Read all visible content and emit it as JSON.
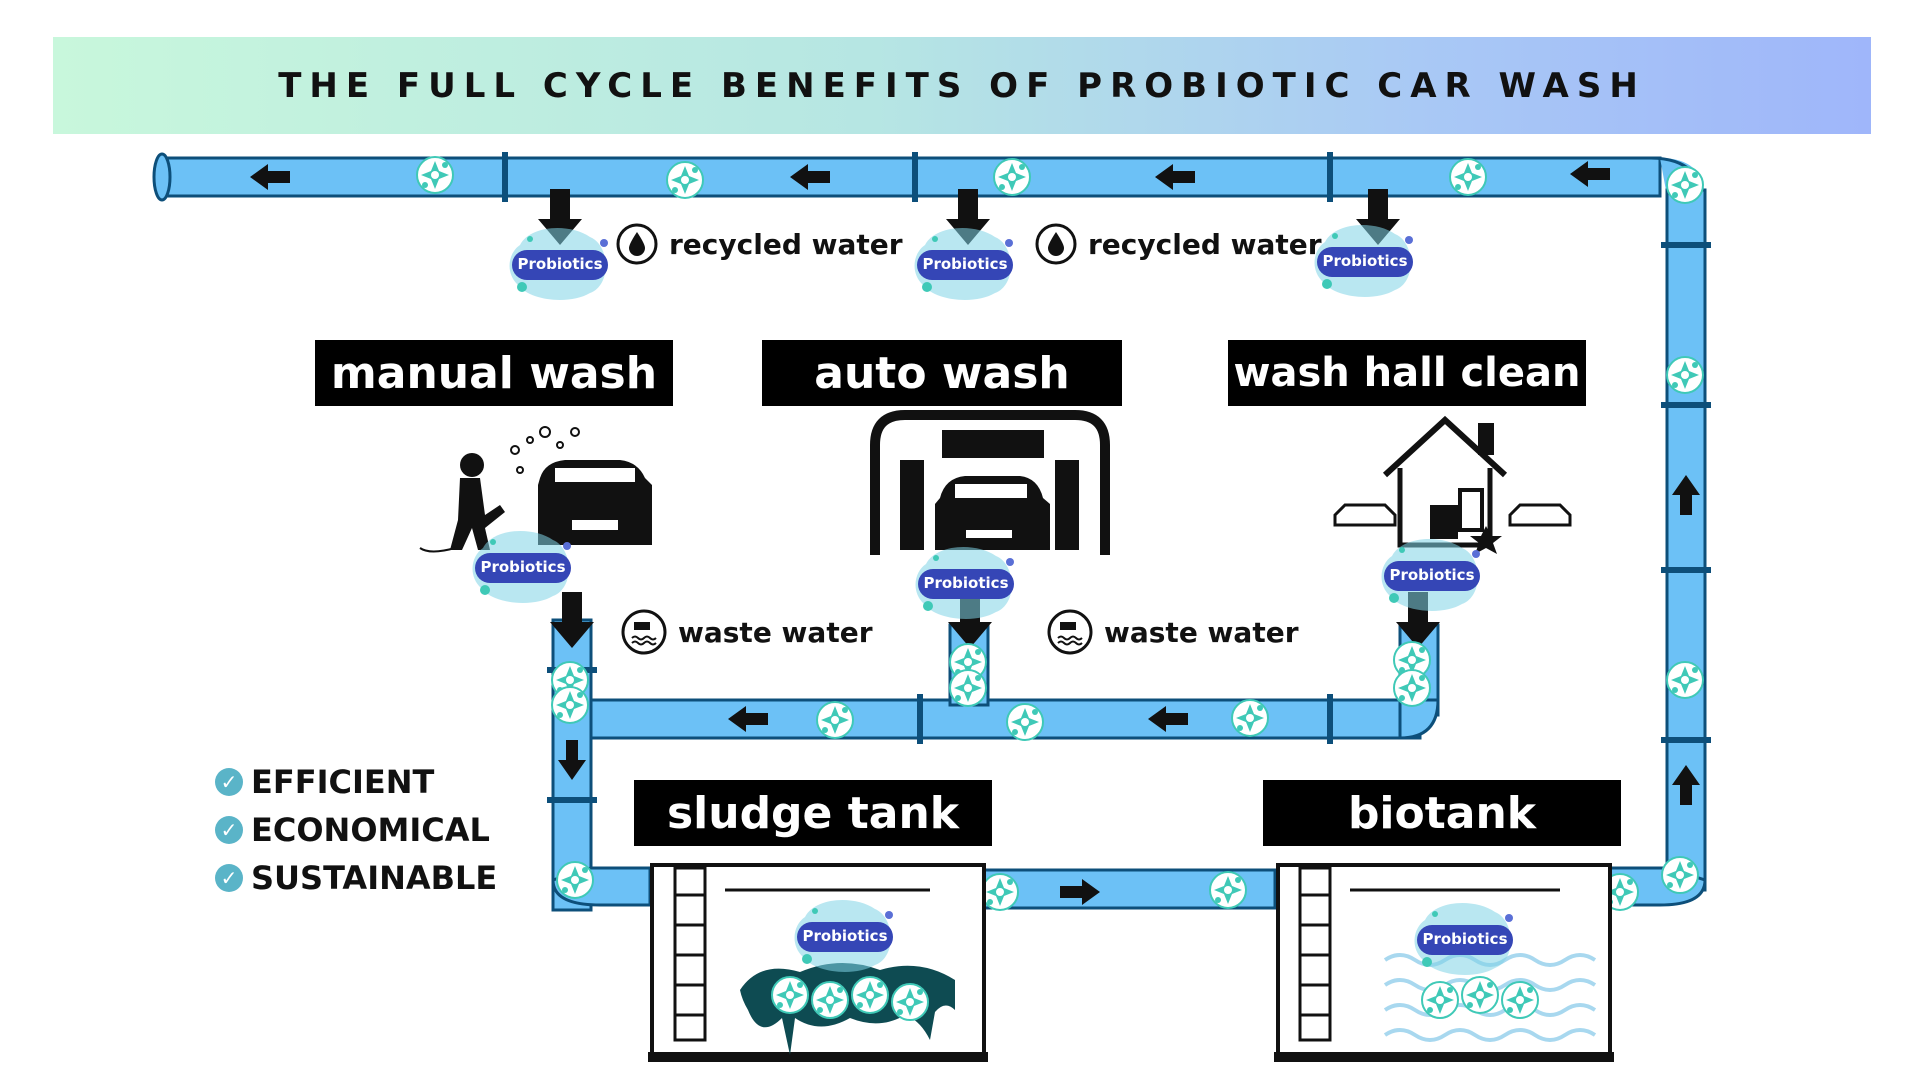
{
  "title": "THE FULL CYCLE BENEFITS OF PROBIOTIC CAR WASH",
  "stations": {
    "manual_wash": "manual wash",
    "auto_wash": "auto wash",
    "wash_hall_clean": "wash hall clean",
    "sludge_tank": "sludge tank",
    "biotank": "biotank"
  },
  "badge_label": "Probiotics",
  "flows": {
    "recycled_water_1": "recycled water",
    "recycled_water_2": "recycled water",
    "waste_water_1": "waste water",
    "waste_water_2": "waste water"
  },
  "benefits": [
    "EFFICIENT",
    "ECONOMICAL",
    "SUSTAINABLE"
  ],
  "colors": {
    "pipe": "#6cc1f6",
    "pipe_outline": "#0d4f7a",
    "badge": "#3546b6",
    "microbe": "#3fc9b7",
    "sludge": "#0e4b52",
    "check": "#5ab4c8"
  },
  "icons": [
    "spraying-person-icon",
    "car-wash-gantry-icon",
    "house-with-cars-icon",
    "recycle-drop-icon",
    "waste-water-icon",
    "arrow-icon",
    "microbe-icon",
    "checkmark-icon"
  ]
}
